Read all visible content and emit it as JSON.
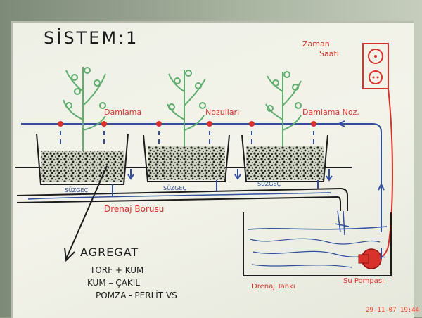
{
  "title": "SİSTEM:1",
  "labels": {
    "timer": [
      "Zaman",
      "Saati"
    ],
    "dripper_left": "Damlama",
    "nozzles": "Nozulları",
    "dripper_right": "Damlama Noz.",
    "filter": "SÜZGEÇ",
    "drain_pipe": "Drenaj Borusu",
    "drain_tank": "Drenaj Tankı",
    "pump": "Su Pompası"
  },
  "aggregate": {
    "heading": "AGREGAT",
    "items": [
      "TORF + KUM",
      "KUM – ÇAKIL",
      "POMZA - PERLİT VS"
    ]
  },
  "timestamp": "29-11-07 19:44",
  "colors": {
    "marker_blue": "#2f4f9e",
    "marker_red": "#d8322a",
    "marker_green": "#5fae6e",
    "marker_black": "#1c1c1c"
  }
}
